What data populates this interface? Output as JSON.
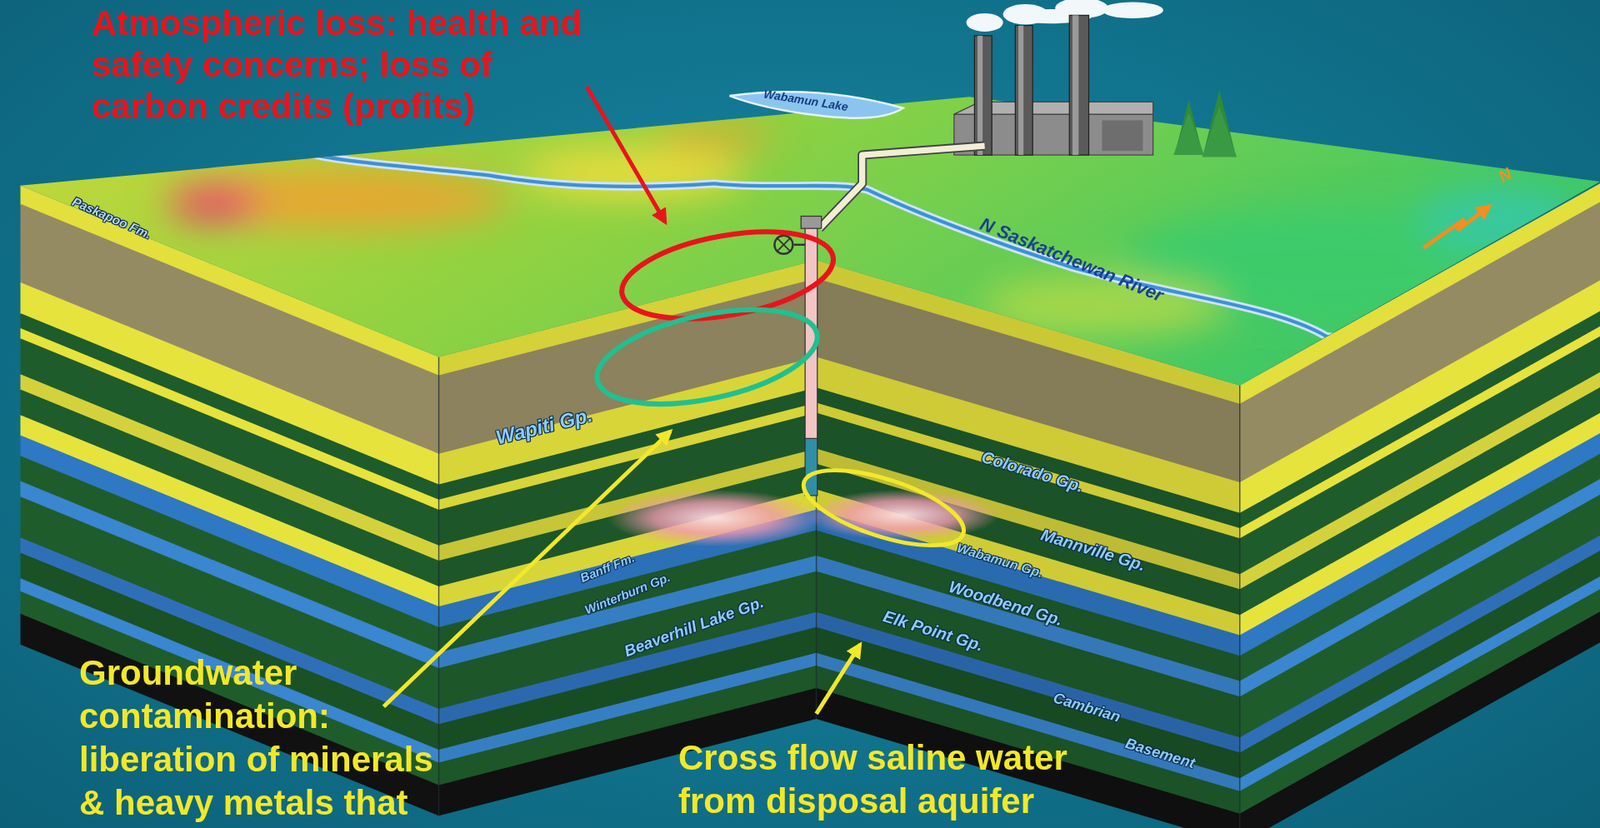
{
  "diagram": {
    "labels": [
      "Atmospheric loss: health and safety concerns; loss of carbon credits (profits)",
      "Wabamun Lake",
      "Paskapoo Fm.",
      "N Saskatchewan River",
      "N",
      "Wapiti Gp.",
      "Colorado Gp.",
      "Banff Fm.",
      "Mannville Gp.",
      "Wabamun Gp.",
      "Winterburn Gp.",
      "Woodbend Gp.",
      "Beaverhill Lake Gp.",
      "Elk Point Gp.",
      "Cambrian",
      "Basement",
      "Groundwater contamination: liberation of minerals & heavy metals that",
      "Cross flow saline water from disposal aquifer"
    ]
  }
}
